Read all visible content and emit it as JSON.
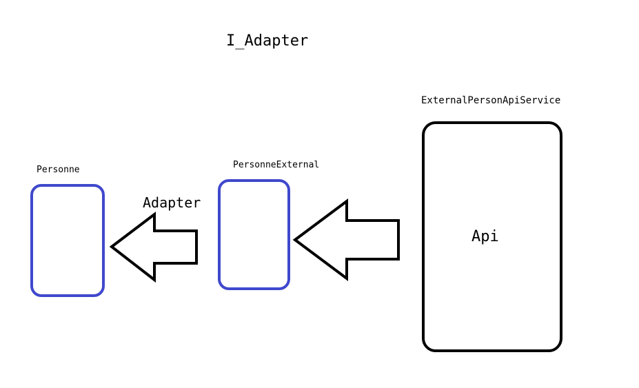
{
  "title": "I_Adapter",
  "nodes": {
    "personne": {
      "label": "Personne"
    },
    "personne_external": {
      "label": "PersonneExternal"
    },
    "external_service": {
      "label": "ExternalPersonApiService",
      "inner_label": "Api"
    }
  },
  "edges": {
    "adapter_arrow": {
      "label": "Adapter"
    }
  },
  "colors": {
    "class_box_border": "#3f48cc",
    "service_box_border": "#000000",
    "arrow_stroke": "#000000"
  }
}
